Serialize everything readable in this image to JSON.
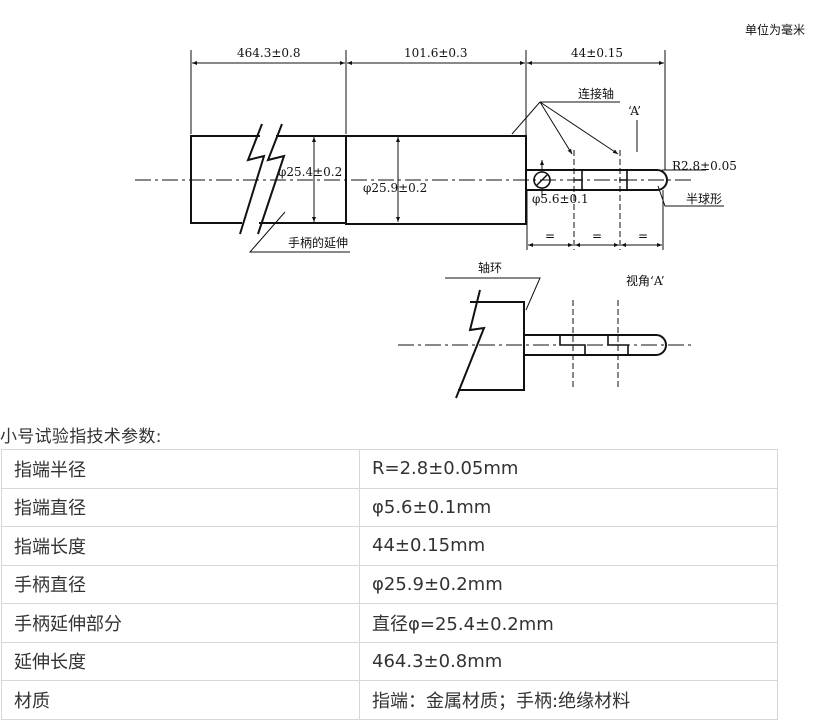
{
  "diagram": {
    "unit_note": "单位为毫米",
    "dim_total": "464.3±0.8",
    "dim_middle": "101.6±0.3",
    "dim_tip": "44±0.15",
    "label_connecting_shaft": "连接轴",
    "label_view_marker": "‘A’",
    "label_radius": "R2.8±0.05",
    "label_dia_extension": "φ25.4±0.2",
    "label_dia_handle": "φ25.9±0.2",
    "label_dia_tip": "φ5.6±0.1",
    "label_hemisphere": "半球形",
    "label_handle_extension": "手柄的延伸",
    "equal_mark": "=",
    "label_collar": "轴环",
    "label_view_a": "视角‘A’"
  },
  "specs": {
    "caption": "小号试验指技术参数:",
    "rows": [
      {
        "name": "指端半径",
        "value": "R=2.8±0.05mm"
      },
      {
        "name": "指端直径",
        "value": "φ5.6±0.1mm"
      },
      {
        "name": "指端长度",
        "value": "44±0.15mm"
      },
      {
        "name": "手柄直径",
        "value": "φ25.9±0.2mm"
      },
      {
        "name": "手柄延伸部分",
        "value": "直径φ=25.4±0.2mm"
      },
      {
        "name": "延伸长度",
        "value": "464.3±0.8mm"
      },
      {
        "name": "材质",
        "value": "指端：金属材质；手柄:绝缘材料"
      }
    ]
  }
}
